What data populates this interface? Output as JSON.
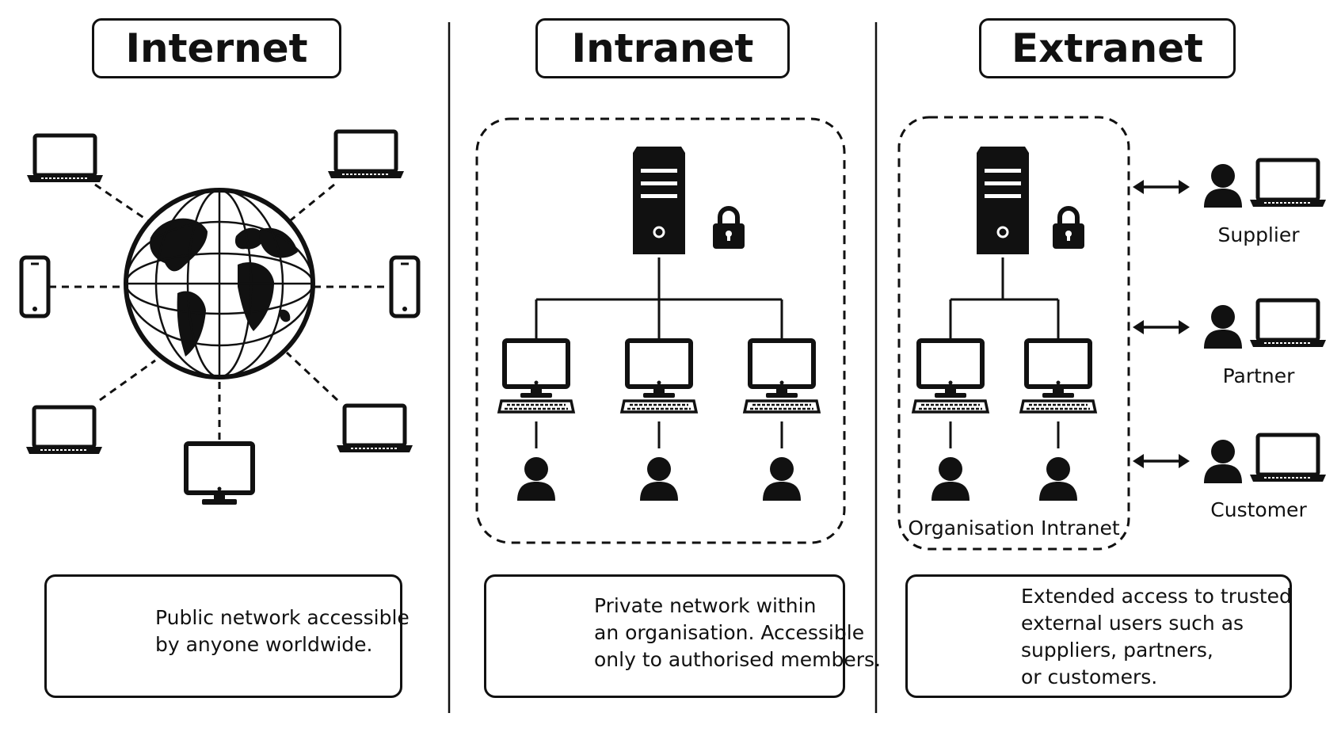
{
  "sections": [
    {
      "key": "internet",
      "title": "Internet",
      "description": "Public network accessible\nby anyone worldwide.",
      "icon": "globe-icon"
    },
    {
      "key": "intranet",
      "title": "Intranet",
      "description": "Private network within\nan organisation. Accessible\nonly to authorised members.",
      "icon": "building-icon"
    },
    {
      "key": "extranet",
      "title": "Extranet",
      "description": "Extended access to trusted\nexternal users such as\nsuppliers, partners,\nor customers.",
      "icon": "group-icon"
    }
  ],
  "extranet": {
    "intranet_label": "Organisation Intranet",
    "external_users": [
      "Supplier",
      "Partner",
      "Customer"
    ]
  },
  "colors": {
    "ink": "#111111",
    "background": "#ffffff"
  }
}
